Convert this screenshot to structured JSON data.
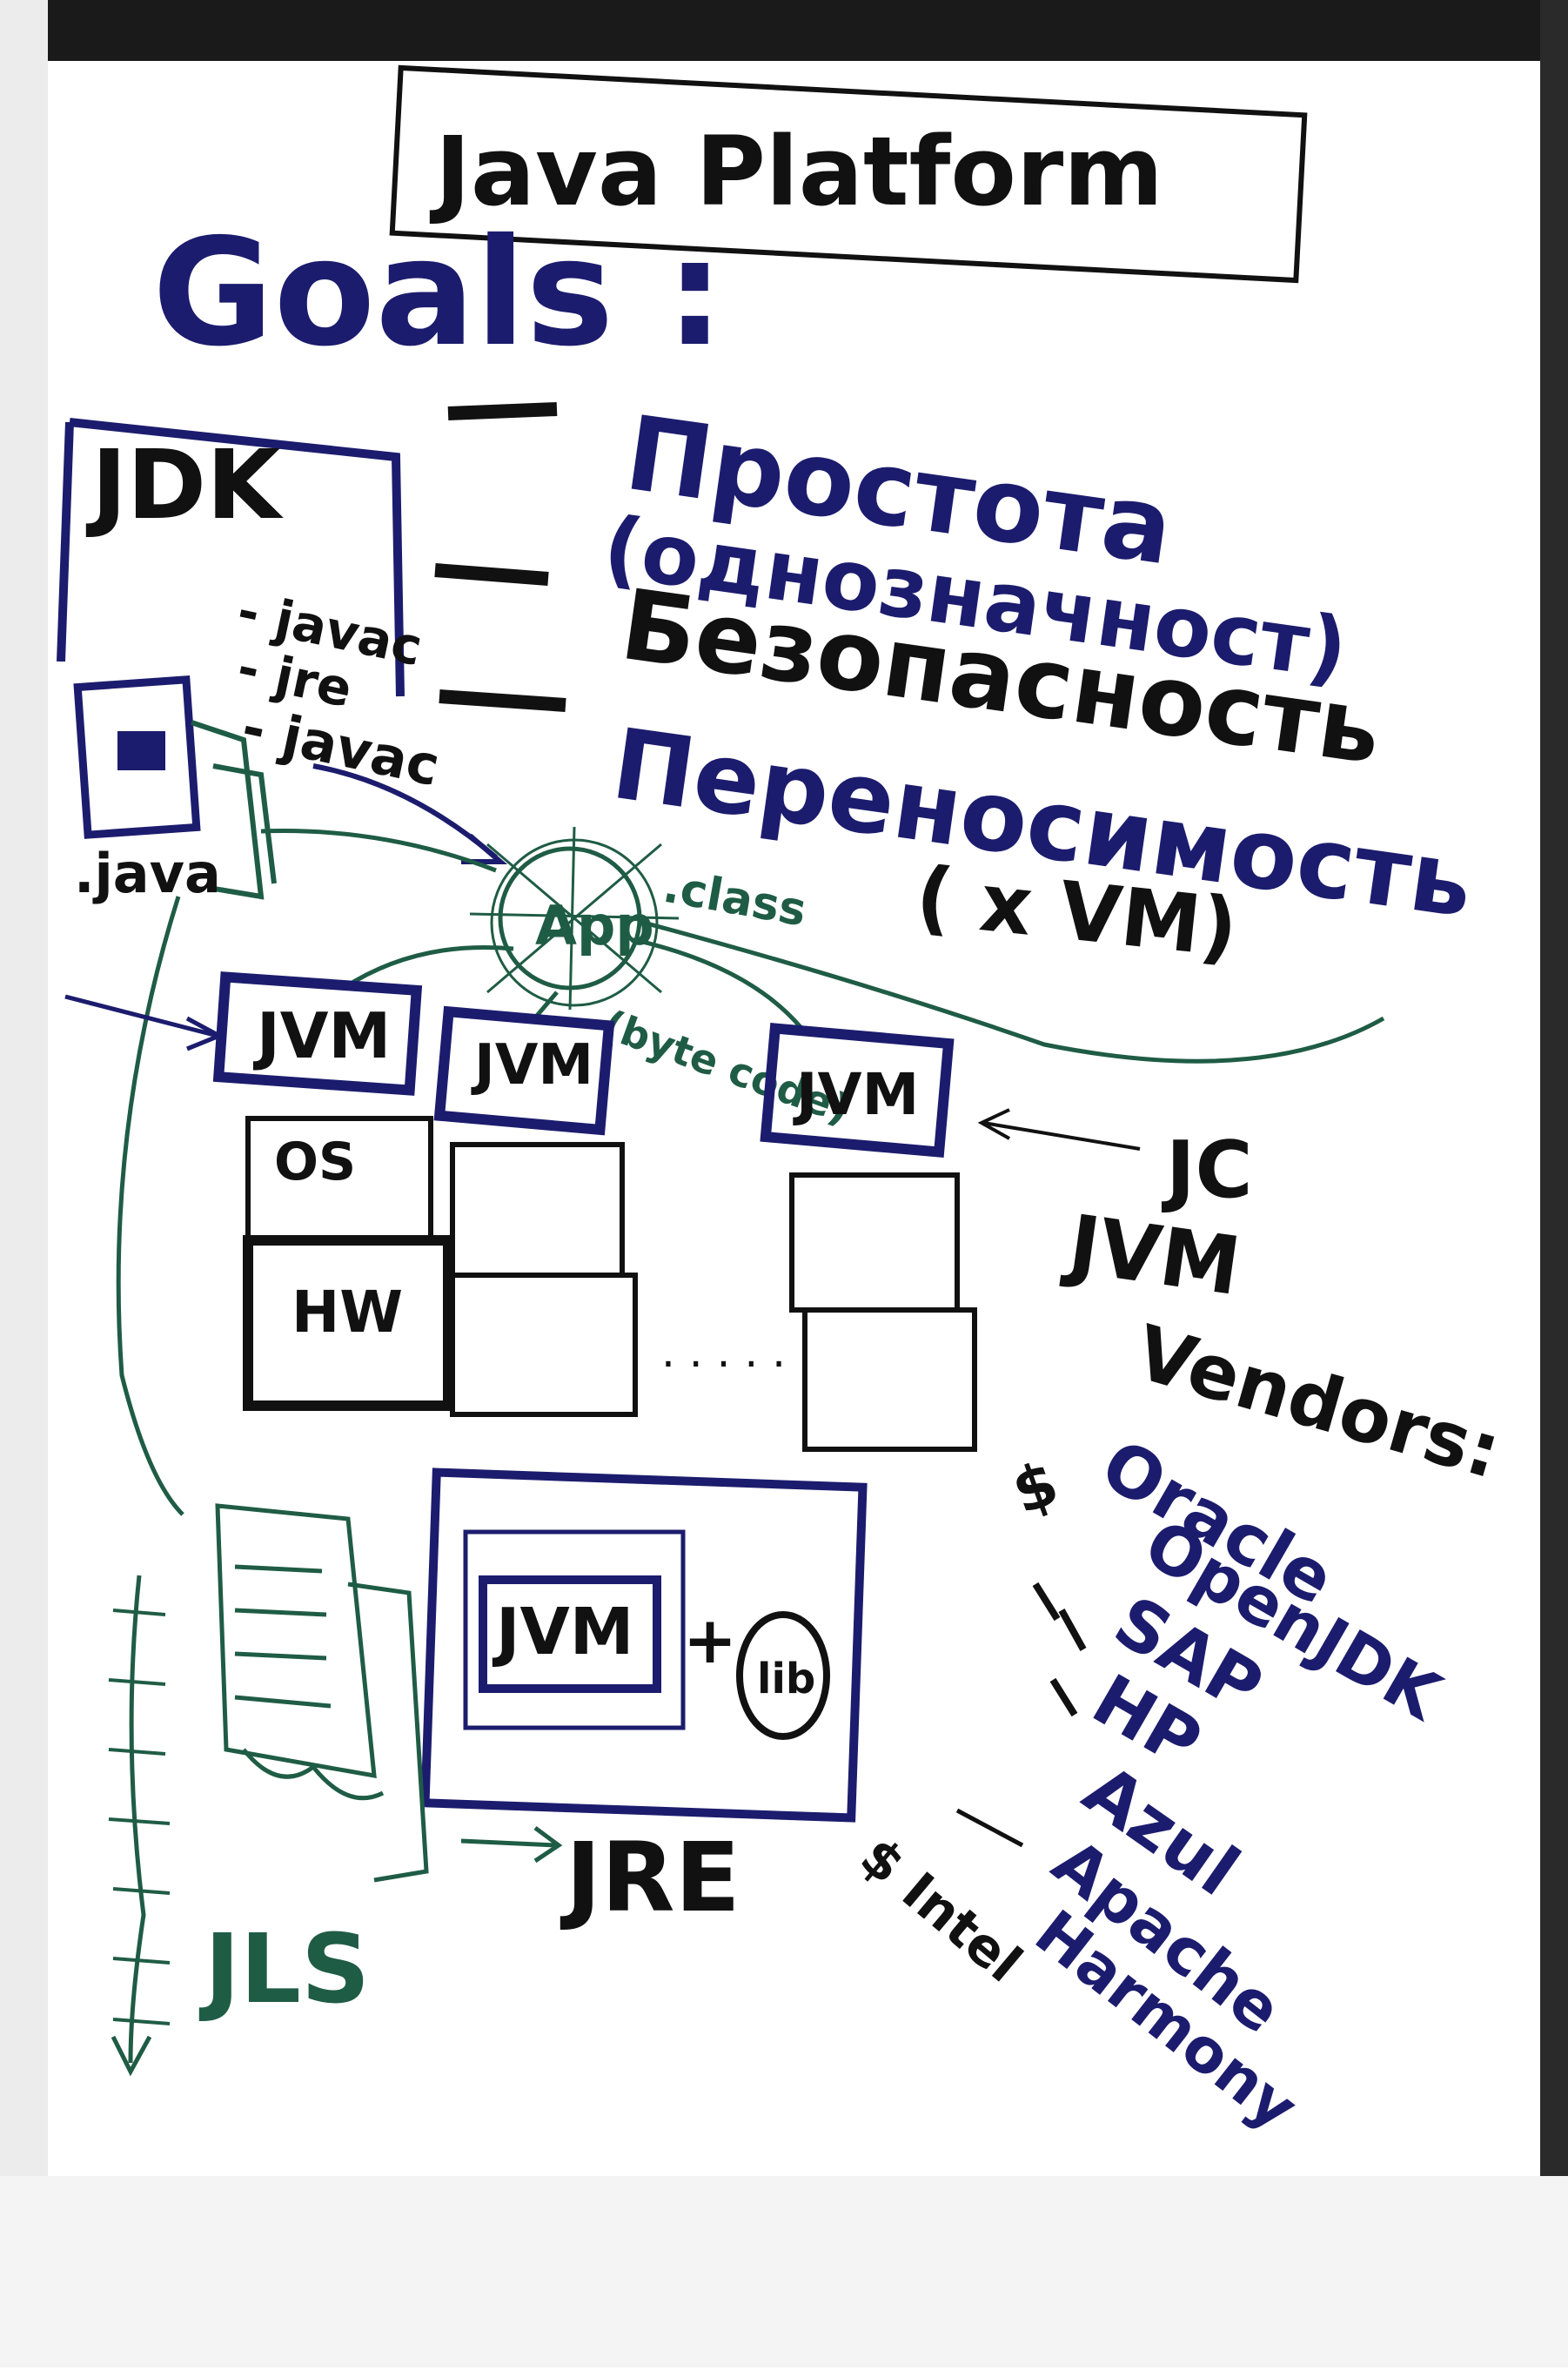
{
  "title": "Java Platform",
  "goals": {
    "heading": "Goals :",
    "items": [
      "Простота",
      "(однозначност)",
      "Безопасность",
      "Переносимость",
      "( x VM)"
    ]
  },
  "jdk": {
    "label": "JDK",
    "tools": [
      "- javac",
      "- jre",
      "- javac"
    ],
    "file_label": ".java"
  },
  "app": {
    "label": "App",
    "class_label": ".class",
    "bytecode_label": "(byte code)"
  },
  "jvm_columns": [
    {
      "label": "JVM",
      "cells": [
        "OS",
        "HW"
      ]
    },
    {
      "label": "JVM",
      "cells": [
        "",
        ""
      ]
    },
    {
      "label": "JVM",
      "cells": [
        "",
        ""
      ]
    }
  ],
  "ellipsis": ". . . . .",
  "jc_label": "JC",
  "vendors": {
    "heading_1": "JVM",
    "heading_2": "Vendors:",
    "items": [
      "Oracle",
      "OpenJDK",
      "SAP",
      "HP",
      "Azul",
      "Apache",
      "Harmony"
    ],
    "dollar": "$"
  },
  "jre": {
    "box_jvm": "JVM",
    "plus": "+",
    "lib": "lib",
    "label": "JRE"
  },
  "intel_label": "$ Intel",
  "jls_label": "JLS",
  "colors": {
    "ink_black": "#111111",
    "ink_blue": "#1c1c6e",
    "ink_green": "#1f5c45"
  }
}
